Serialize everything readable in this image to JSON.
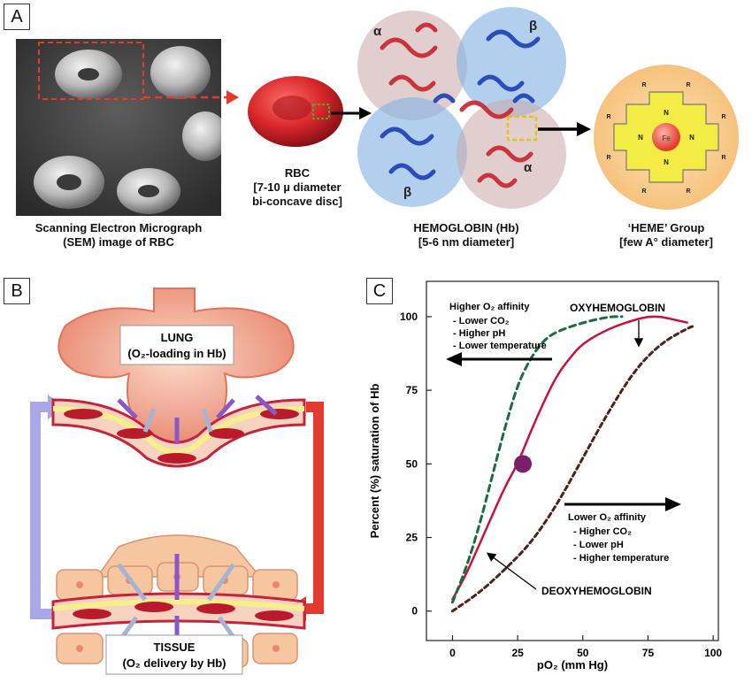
{
  "panels": {
    "a": "A",
    "b": "B",
    "c": "C"
  },
  "panel_a": {
    "sem_caption_line1": "Scanning Electron Micrograph",
    "sem_caption_line2": "(SEM) image of RBC",
    "rbc_caption_line1": "RBC",
    "rbc_caption_line2": "[7-10 µ diameter",
    "rbc_caption_line3": "bi-concave disc]",
    "hb_caption_line1": "HEMOGLOBIN (Hb)",
    "hb_caption_line2": "[5-6 nm diameter]",
    "heme_caption_line1": "‘HEME’ Group",
    "heme_caption_line2": "[few A° diameter]",
    "subunits": {
      "alpha_top": "α",
      "beta_top": "β",
      "beta_bottom": "β",
      "alpha_bottom": "α"
    },
    "heme_labels": {
      "n": "N",
      "r": "R",
      "fe": "Fe"
    }
  },
  "panel_b": {
    "lung_title": "LUNG",
    "lung_subtitle": "(O₂-loading in Hb)",
    "tissue_title": "TISSUE",
    "tissue_subtitle": "(O₂ delivery by Hb)"
  },
  "chart_data": {
    "type": "line",
    "xlabel": "pO₂ (mm Hg)",
    "ylabel": "Percent (%) saturation of Hb",
    "xlim": [
      -10,
      102
    ],
    "ylim": [
      -10,
      112
    ],
    "xticks": [
      0,
      25,
      50,
      75,
      100
    ],
    "yticks": [
      0,
      25,
      50,
      75,
      100
    ],
    "grid": false,
    "series": [
      {
        "name": "",
        "style": "solid",
        "color": "#c4143a",
        "x": [
          0,
          5,
          10,
          15,
          20,
          25,
          30,
          35,
          40,
          45,
          50,
          60,
          70,
          75,
          80,
          85,
          90
        ],
        "y": [
          4,
          12,
          22,
          32,
          42,
          50,
          61,
          71,
          80,
          86,
          91,
          96,
          99,
          100,
          100,
          99,
          98
        ]
      },
      {
        "name": "",
        "style": "dashed",
        "color": "#1c6b3f",
        "x": [
          0,
          5,
          10,
          15,
          20,
          25,
          30,
          35,
          40,
          50,
          60,
          65
        ],
        "y": [
          3,
          14,
          28,
          45,
          62,
          77,
          86,
          92,
          95,
          98,
          100,
          100
        ]
      },
      {
        "name": "",
        "style": "dashed",
        "color": "#4a2417",
        "x": [
          0,
          10,
          20,
          30,
          40,
          50,
          60,
          70,
          80,
          90,
          93
        ],
        "y": [
          0,
          6,
          14,
          23,
          36,
          52,
          68,
          82,
          91,
          96,
          97
        ]
      }
    ],
    "p50_marker": {
      "x": 27,
      "y": 50,
      "color": "#7b1f6b"
    },
    "annotations": {
      "higher_affinity_line1": "Higher O₂ affinity",
      "higher_affinity_items": [
        "- Lower CO₂",
        "- Higher pH",
        "- Lower temperature"
      ],
      "lower_affinity_line1": "Lower O₂ affinity",
      "lower_affinity_items": [
        "- Higher CO₂",
        "- Lower pH",
        "- Higher temperature"
      ],
      "oxy_label": "OXYHEMOGLOBIN",
      "deoxy_label": "DEOXYHEMOGLOBIN"
    }
  }
}
